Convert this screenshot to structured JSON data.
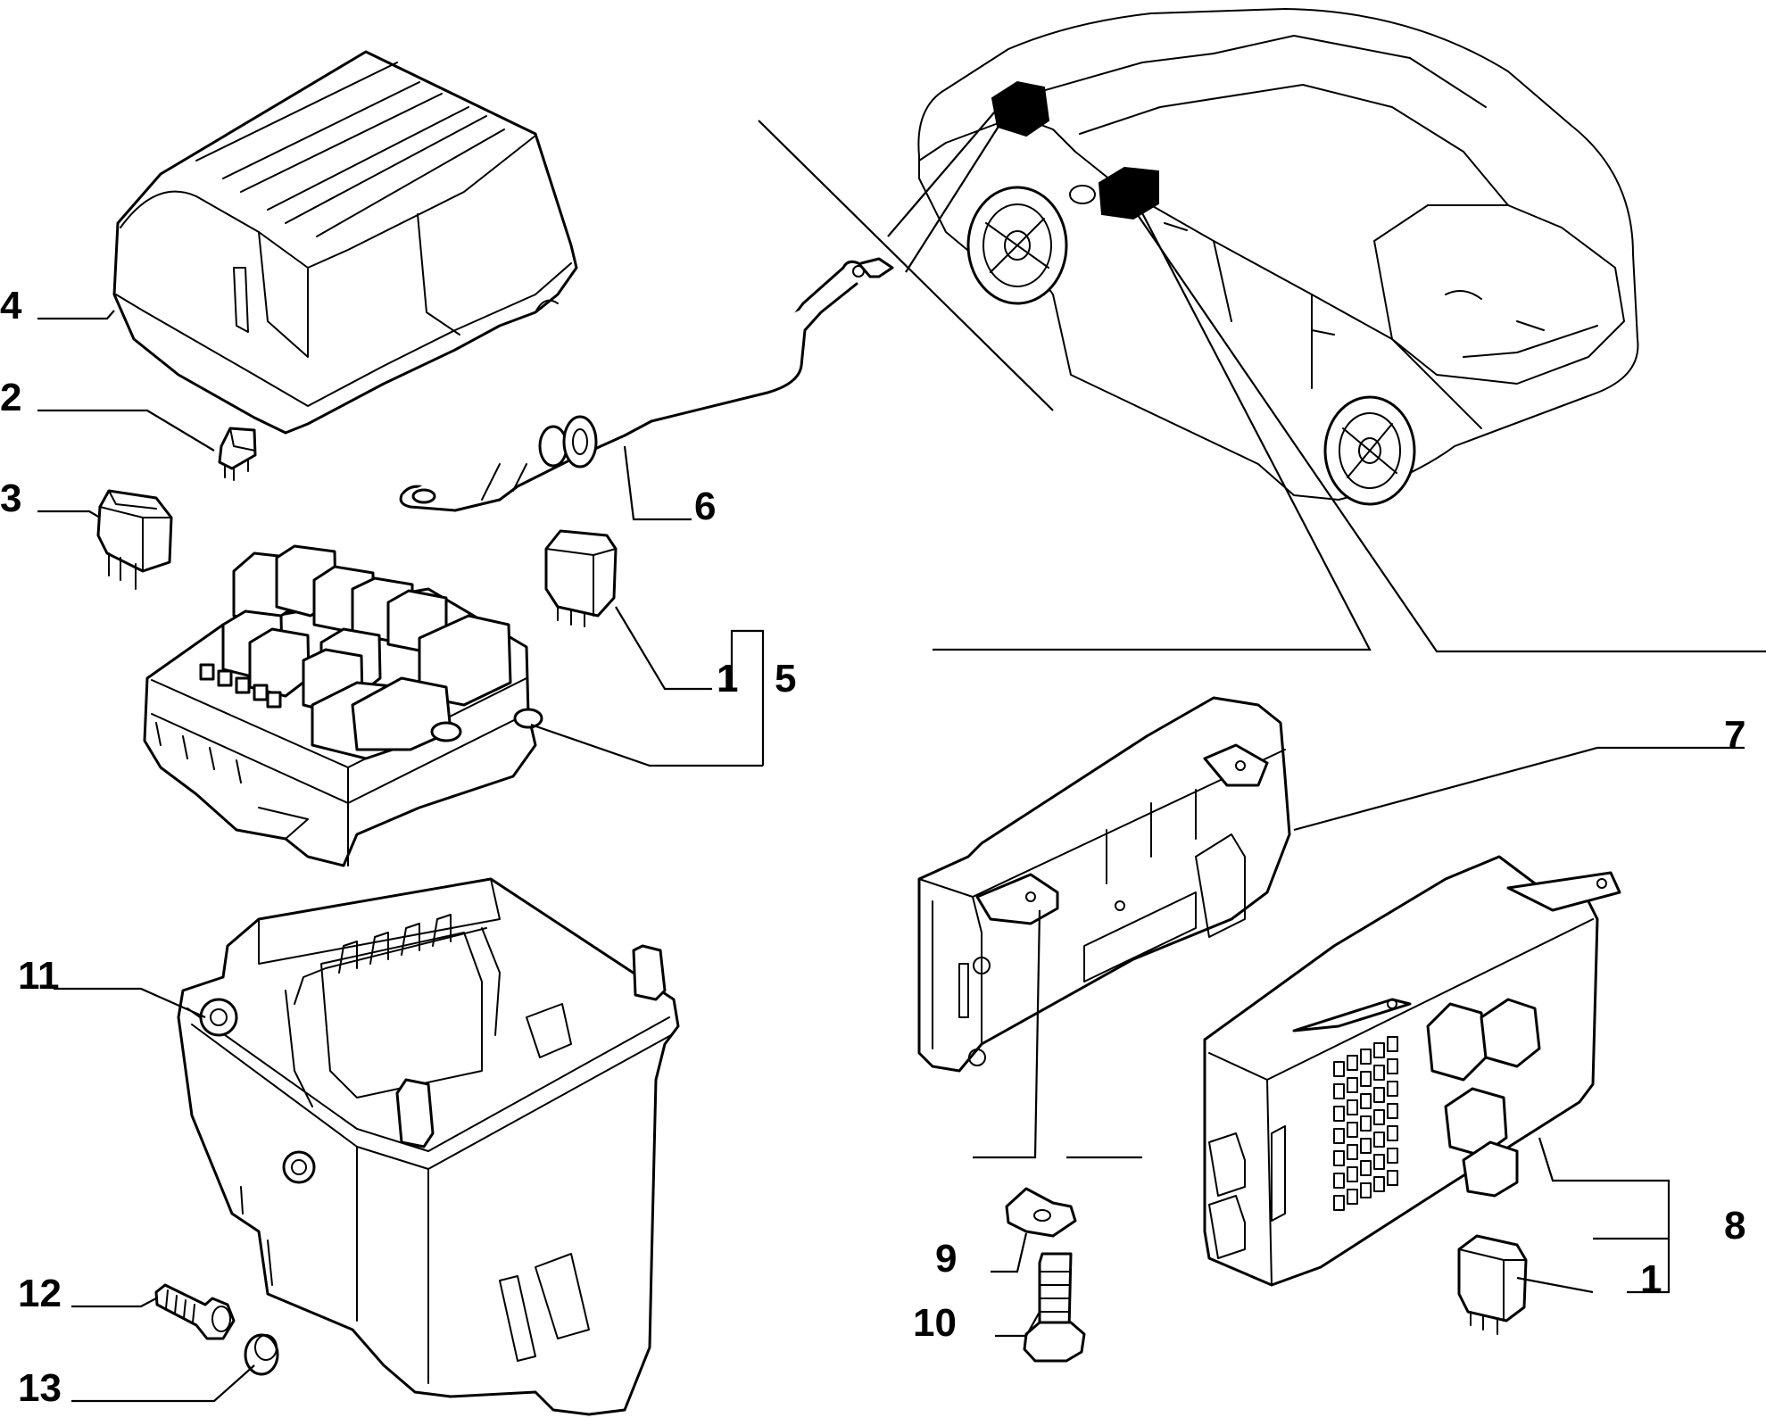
{
  "callouts": [
    {
      "id": "c4",
      "text": "4"
    },
    {
      "id": "c2",
      "text": "2"
    },
    {
      "id": "c3",
      "text": "3"
    },
    {
      "id": "c6",
      "text": "6"
    },
    {
      "id": "c1a",
      "text": "1"
    },
    {
      "id": "c5",
      "text": "5"
    },
    {
      "id": "c7",
      "text": "7"
    },
    {
      "id": "c11",
      "text": "11"
    },
    {
      "id": "c9",
      "text": "9"
    },
    {
      "id": "c10",
      "text": "10"
    },
    {
      "id": "c8",
      "text": "8"
    },
    {
      "id": "c1b",
      "text": "1"
    },
    {
      "id": "c12",
      "text": "12"
    },
    {
      "id": "c13",
      "text": "13"
    }
  ]
}
